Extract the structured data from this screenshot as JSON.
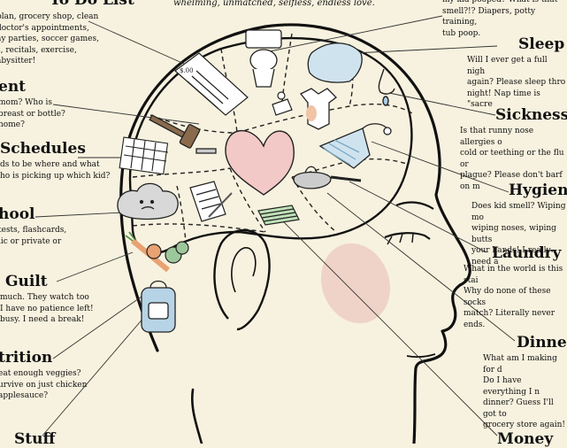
{
  "top_caption": "whelming, unmatched, selfless, endless love.",
  "labels": {
    "todo": {
      "title": "To Do List",
      "desc": "plan, grocery shop, clean\n doctor's appointments,\nay parties, soccer games,\ns, recitals, exercise,\nabysitter!"
    },
    "parent": {
      "title": "ent",
      "desc": "mom? Who is\nbreast or bottle?\nhome?"
    },
    "schedules": {
      "title": "Schedules",
      "desc": "ds to be where and what\nho is picking up which kid?"
    },
    "school": {
      "title": "hool",
      "desc": "tests, flashcards,\nlic or private or"
    },
    "guilt": {
      "title": "Guilt",
      "desc": "much. They watch too\n I have no patience left!\n busy. I need a break!"
    },
    "nutrition": {
      "title": "trition",
      "desc": " eat enough veggies?\nurvive on just chicken\napplesauce?"
    },
    "stuff": {
      "title": "Stuff"
    },
    "poop": {
      "desc": "my kid pooped? What is that\nsmell?!? Diapers, potty training,\ntub poop."
    },
    "sleep": {
      "title": "Sleep",
      "desc": "Will I ever get a full nigh\nagain? Please sleep thro\nnight! Nap time is \"sacre"
    },
    "sickness": {
      "title": "Sickness",
      "desc": "Is that runny nose allergies o\ncold or teething or the flu or\nplague? Please don't barf on m"
    },
    "hygiene": {
      "title": "Hygiene",
      "desc": "Does kid smell? Wiping mo\nwiping noses, wiping butts\nyour hands! I really need a"
    },
    "laundry": {
      "title": "Laundry",
      "desc": "What in the world is this stai\nWhy do none of these socks\nmatch? Literally never ends."
    },
    "dinner": {
      "title": "Dinner",
      "desc": "What am I making for d\nDo I have everything I n\ndinner? Guess I'll got to\ngrocery store again!"
    },
    "money": {
      "title": "Money"
    }
  },
  "colors": {
    "paper": "#f7f2df",
    "ink": "#1a1a1a",
    "heart_pink": "#f2c9c6",
    "blue": "#a9cde4",
    "green": "#9cc79a",
    "orange": "#e9a272",
    "cheek": "#eab9b4"
  },
  "icons": [
    "toilet-icon",
    "pillow-icon",
    "nose-icon",
    "receipt-icon",
    "judge-gavel-icon",
    "calendar-icon",
    "heart-icon",
    "onesie-icon",
    "shower-icon",
    "storm-cloud-icon",
    "homework-icon",
    "frying-pan-icon",
    "money-stack-icon",
    "vegetables-icon",
    "backpack-icon"
  ]
}
